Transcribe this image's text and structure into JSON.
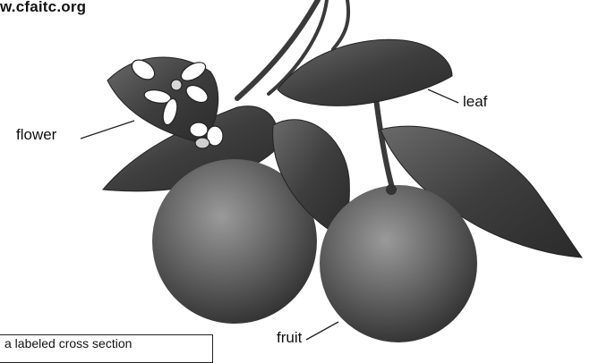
{
  "watermark": "w.cfaitc.org",
  "labels": {
    "flower": "flower",
    "leaf": "leaf",
    "fruit": "fruit"
  },
  "caption": "a labeled cross section",
  "colors": {
    "fruit": "#5a5a5a",
    "leaf": "#4a4a4a",
    "petal": "#ffffff",
    "stem": "#3a3a3a"
  }
}
